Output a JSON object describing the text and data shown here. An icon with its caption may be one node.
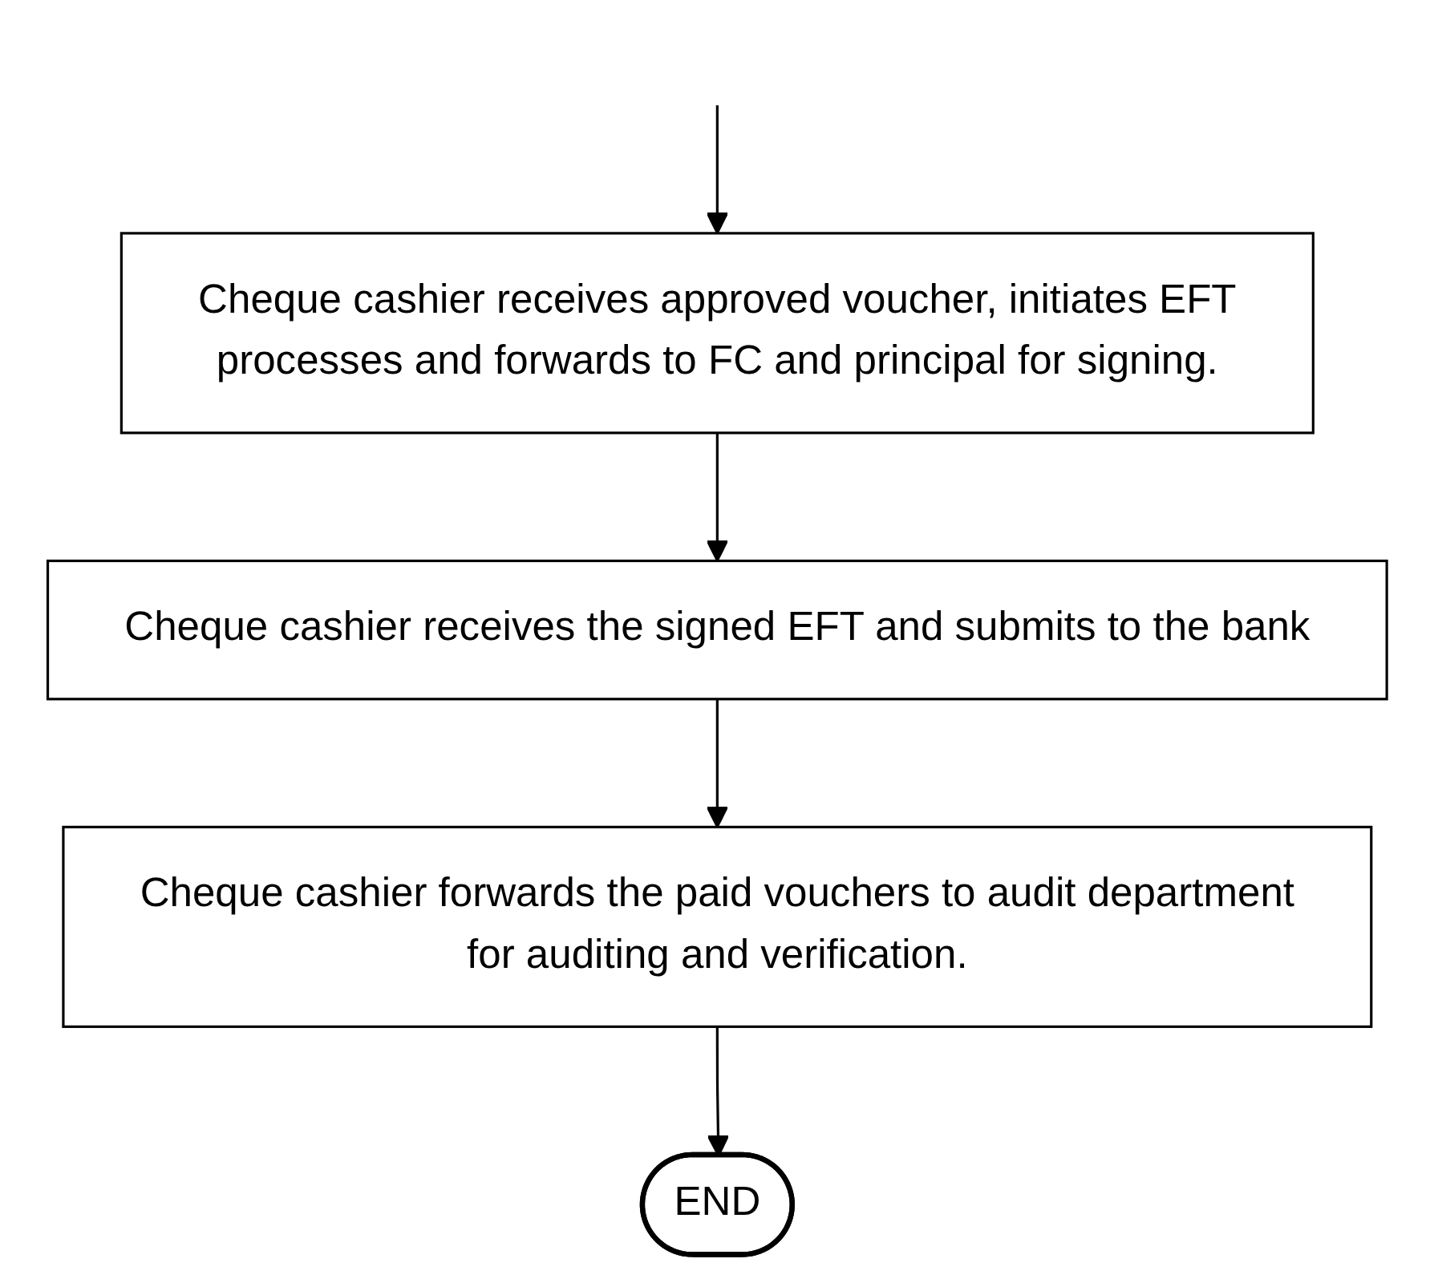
{
  "diagram": {
    "nodes": [
      {
        "text": [
          "Cheque cashier receives approved voucher, initiates EFT processes and forwards to FC and principal for signing."
        ]
      },
      {
        "text": [
          "Cheque cashier receives the signed EFT and submits to the bank"
        ]
      },
      {
        "text": [
          "Cheque cashier forwards the paid vouchers to audit department for auditing and verification."
        ]
      },
      {
        "text": [
          "END"
        ]
      }
    ],
    "edges": [
      {
        "from": null,
        "to": 0,
        "arrow": "to"
      },
      {
        "from": 0,
        "to": 1,
        "arrow": "to"
      },
      {
        "from": 1,
        "to": 2,
        "arrow": "to"
      },
      {
        "from": 2,
        "to": 3,
        "arrow": "to"
      }
    ]
  }
}
